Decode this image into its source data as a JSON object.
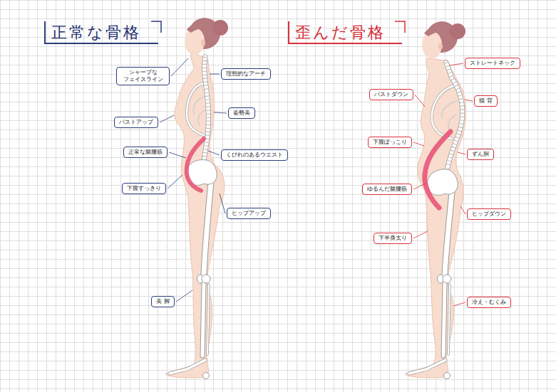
{
  "diagram": {
    "nodes": [
      {
        "text": [
          "正常な骨格"
        ]
      },
      {
        "text": [
          "シャープな フェイスライン"
        ]
      },
      {
        "text": [
          "理想的なアーチ"
        ]
      },
      {
        "text": [
          "姿勢美"
        ]
      },
      {
        "text": [
          "バストアップ"
        ]
      },
      {
        "text": [
          "正常な腸腰筋"
        ]
      },
      {
        "text": [
          "くびれのあるウエスト"
        ]
      },
      {
        "text": [
          "下腹すっきり"
        ]
      },
      {
        "text": [
          "ヒップアップ"
        ]
      },
      {
        "text": [
          "美 脚"
        ]
      },
      {
        "text": [
          "歪んだ骨格"
        ]
      },
      {
        "text": [
          "ストレートネック"
        ]
      },
      {
        "text": [
          "バストダウン"
        ]
      },
      {
        "text": [
          "猫 背"
        ]
      },
      {
        "text": [
          "下腹ぽっこり"
        ]
      },
      {
        "text": [
          "ずん胴"
        ]
      },
      {
        "text": [
          "ゆるんだ腸腰筋"
        ]
      },
      {
        "text": [
          "ヒップダウン"
        ]
      },
      {
        "text": [
          "下半身太り"
        ]
      },
      {
        "text": [
          "冷え・むくみ"
        ]
      }
    ]
  }
}
